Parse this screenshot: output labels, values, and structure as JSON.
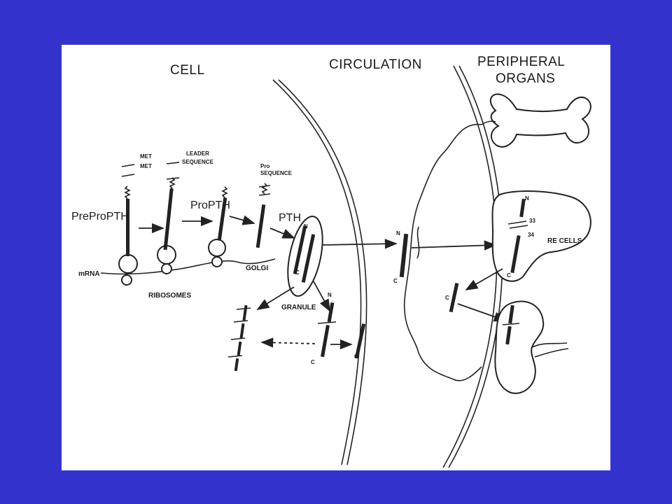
{
  "regions": {
    "cell": "CELL",
    "circulation": "CIRCULATION",
    "peripheral_line1": "PERIPHERAL",
    "peripheral_line2": "ORGANS"
  },
  "molecules": {
    "preproPTH": "PreProPTH",
    "proPTH": "ProPTH",
    "pth": "PTH"
  },
  "labels": {
    "met1": "MET",
    "met2": "MET",
    "leader1": "LEADER",
    "leader2": "SEQUENCE",
    "pro1": "Pro",
    "pro2": "SEQUENCE",
    "mrna": "mRNA",
    "ribosomes": "RIBOSOMES",
    "golgi": "GOLGI",
    "granule": "GRANULE",
    "re_cells": "RE CELLS",
    "n": "N",
    "c": "C",
    "res33": "33",
    "res34": "34"
  },
  "colors": {
    "background": "#3333cc",
    "panel": "#ffffff",
    "ink": "#222222"
  }
}
